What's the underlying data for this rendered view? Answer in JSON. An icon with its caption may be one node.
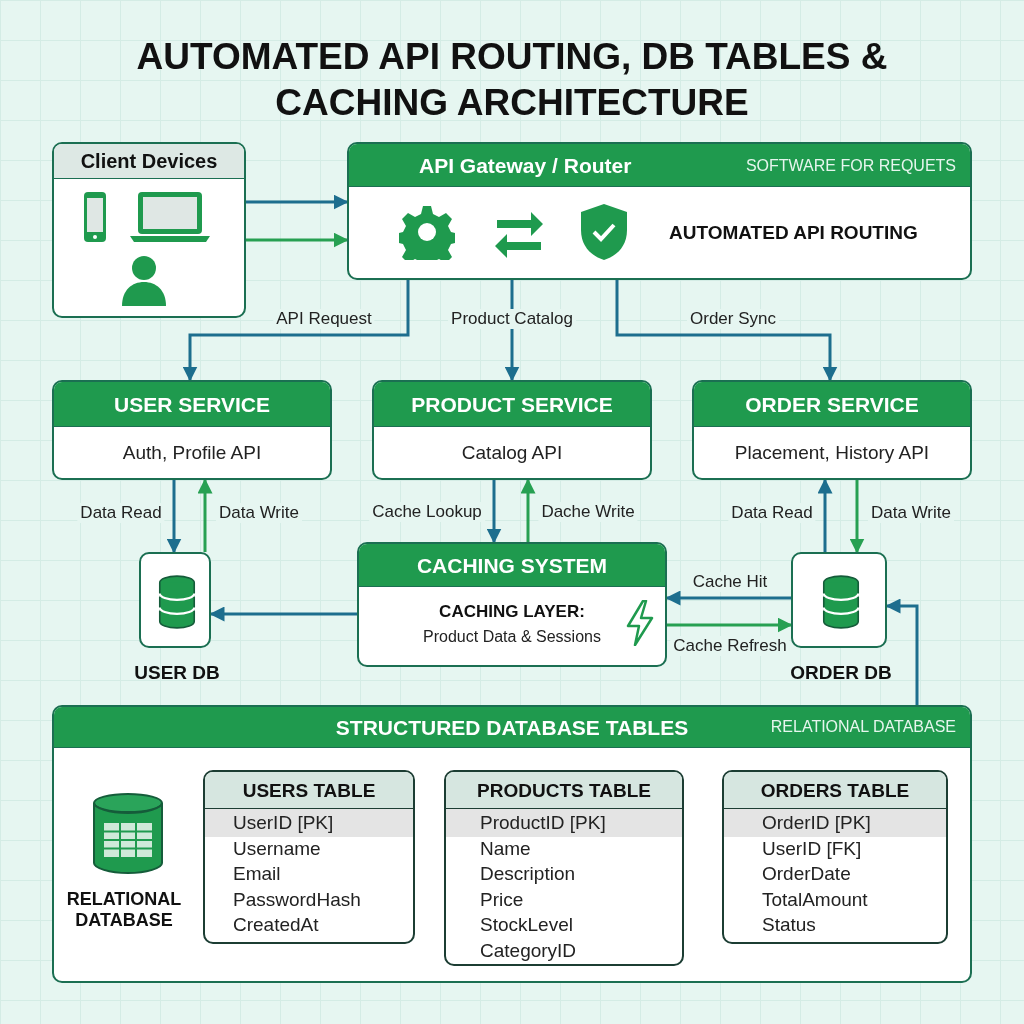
{
  "diagram": {
    "title": "AUTOMATED API ROUTING, DB TABLES & CACHING ARCHITECTURE",
    "nodes": [
      {
        "text": [
          "Client Devices"
        ]
      },
      {
        "text": [
          "API Gateway / Router",
          "SOFTWARE FOR REQUETS",
          "AUTOMATED API ROUTING"
        ]
      },
      {
        "text": [
          "USER SERVICE",
          "Auth, Profile API"
        ]
      },
      {
        "text": [
          "PRODUCT SERVICE",
          "Catalog API"
        ]
      },
      {
        "text": [
          "ORDER SERVICE",
          "Placement, History API"
        ]
      },
      {
        "text": [
          "USER DB"
        ]
      },
      {
        "text": [
          "CACHING SYSTEM",
          "CACHING LAYER:",
          "Product Data & Sessions"
        ]
      },
      {
        "text": [
          "ORDER DB"
        ]
      },
      {
        "text": [
          "STRUCTURED DATABASE TABLES",
          "RELATIONAL DATABASE"
        ]
      },
      {
        "text": [
          "USERS TABLE",
          "UserID [PK]",
          "Username",
          "Email",
          "PasswordHash",
          "CreatedAt"
        ],
        "in": 8
      },
      {
        "text": [
          "PRODUCTS TABLE",
          "ProductID [PK]",
          "Name",
          "Description",
          "Price",
          "StockLevel",
          "CategoryID"
        ],
        "in": 8
      },
      {
        "text": [
          "ORDERS TABLE",
          "OrderID [PK]",
          "UserID [FK]",
          "OrderDate",
          "TotalAmount",
          "Status"
        ],
        "in": 8
      }
    ],
    "edges": [
      {
        "from": 0,
        "to": 1,
        "arrow": "to"
      },
      {
        "from": 0,
        "to": 1,
        "arrow": "to",
        "color": "#27a052"
      },
      {
        "from": 1,
        "to": 2,
        "arrow": "to",
        "label": "API Request"
      },
      {
        "from": 1,
        "to": 3,
        "arrow": "to",
        "label": "Product Catalog"
      },
      {
        "from": 1,
        "to": 4,
        "arrow": "to",
        "label": "Order Sync"
      },
      {
        "from": 2,
        "to": 5,
        "arrow": "to",
        "label": "Data Read"
      },
      {
        "from": 5,
        "to": 2,
        "arrow": "to",
        "label": "Data Write",
        "color": "#27a052"
      },
      {
        "from": 3,
        "to": 6,
        "arrow": "to",
        "label": "Cache Lookup"
      },
      {
        "from": 6,
        "to": 3,
        "arrow": "to",
        "label": "Dache Write",
        "color": "#27a052"
      },
      {
        "from": 7,
        "to": 4,
        "arrow": "to",
        "label": "Data Read"
      },
      {
        "from": 4,
        "to": 7,
        "arrow": "to",
        "label": "Data Write",
        "color": "#27a052"
      },
      {
        "from": 6,
        "to": 5,
        "arrow": "to"
      },
      {
        "from": 7,
        "to": 6,
        "arrow": "to",
        "label": "Cache Hit"
      },
      {
        "from": 6,
        "to": 7,
        "arrow": "to",
        "label": "Cache Refresh",
        "color": "#27a052"
      },
      {
        "from": 8,
        "to": 7,
        "arrow": "to"
      }
    ],
    "labels": [
      "RELATIONAL DATABASE"
    ]
  }
}
